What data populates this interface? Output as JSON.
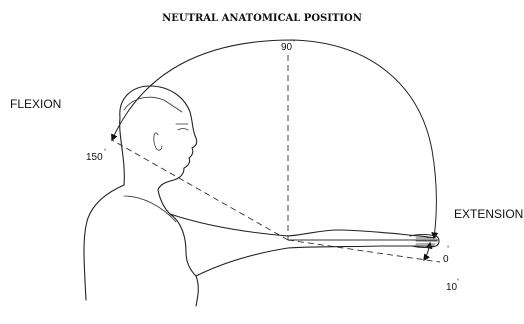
{
  "title": "NEUTRAL ANATOMICAL POSITION",
  "labels": {
    "flexion": "FLEXION",
    "extension": "EXTENSION"
  },
  "angles": {
    "top": "90",
    "flexion_max": "150",
    "neutral": "0",
    "extension_max": "10",
    "degree_mark": "°"
  }
}
